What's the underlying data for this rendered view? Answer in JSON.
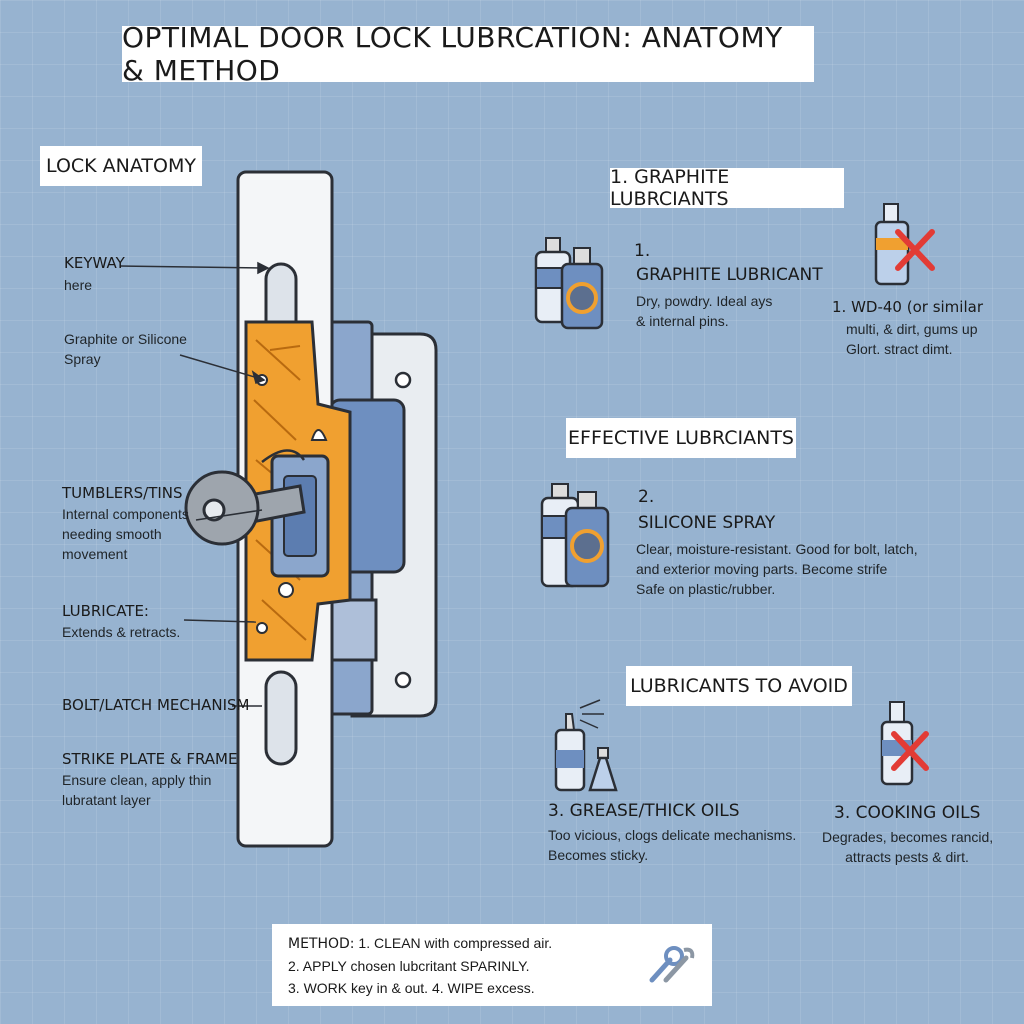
{
  "title": "OPTIMAL DOOR LOCK LUBRCATION: ANATOMY & METHOD",
  "anatomy": {
    "heading": "LOCK ANATOMY",
    "keyway_title": "KEYWAY",
    "keyway_sub": "here",
    "spray_line1": "Graphite or Silicone",
    "spray_line2": "Spray",
    "tumblers_title": "TUMBLERS/TINS",
    "tumblers_line1": "Internal components",
    "tumblers_line2": "needing smooth",
    "tumblers_line3": "movement",
    "lubricate_title": "LUBRICATE:",
    "lubricate_sub": "Extends & retracts.",
    "bolt_title": "BOLT/LATCH MECHANISM",
    "strike_title": "STRIKE PLATE & FRAME",
    "strike_line1": "Ensure clean, apply thin",
    "strike_line2": "lubratant layer"
  },
  "graphite": {
    "heading": "1. GRAPHITE LUBRCIANTS",
    "num": "1.",
    "name": "GRAPHITE LUBRICANT",
    "desc1": "Dry, powdry. Ideal ays",
    "desc2": "& internal pins.",
    "wd_title": "1. WD-40 (or similar",
    "wd_line1": "multi, & dirt, gums up",
    "wd_line2": "Glort. stract dimt."
  },
  "effective": {
    "heading": "EFFECTIVE LUBRCIANTS",
    "num": "2.",
    "name": "SILICONE SPRAY",
    "desc1": "Clear, moisture-resistant. Good for bolt, latch,",
    "desc2": "and exterior moving parts. Become strife",
    "desc3": "Safe on plastic/rubber."
  },
  "avoid": {
    "heading": "LUBRICANTS TO AVOID",
    "grease_title": "3. GREASE/THICK OILS",
    "grease_line1": "Too vicious, clogs delicate mechanisms.",
    "grease_line2": "Becomes sticky.",
    "cooking_title": "3. COOKING OILS",
    "cooking_line1": "Degrades, becomes rancid,",
    "cooking_line2": "attracts pests & dirt."
  },
  "method": {
    "label": "METHOD:",
    "line1": "1. CLEAN with compressed air.",
    "line2": "2. APPLY chosen lubcritant SPARINLY.",
    "line3": "3. WORK key in & out. 4. WIPE excess."
  },
  "icons": {
    "tools": "wrench-icon",
    "cross": "red-cross-icon",
    "spray": "spray-can-icon",
    "bottle": "bottle-icon"
  },
  "colors": {
    "background": "#97b3d0",
    "accent_orange": "#f0a030",
    "accent_red": "#e23b35",
    "can_blue": "#6e8fc0"
  }
}
